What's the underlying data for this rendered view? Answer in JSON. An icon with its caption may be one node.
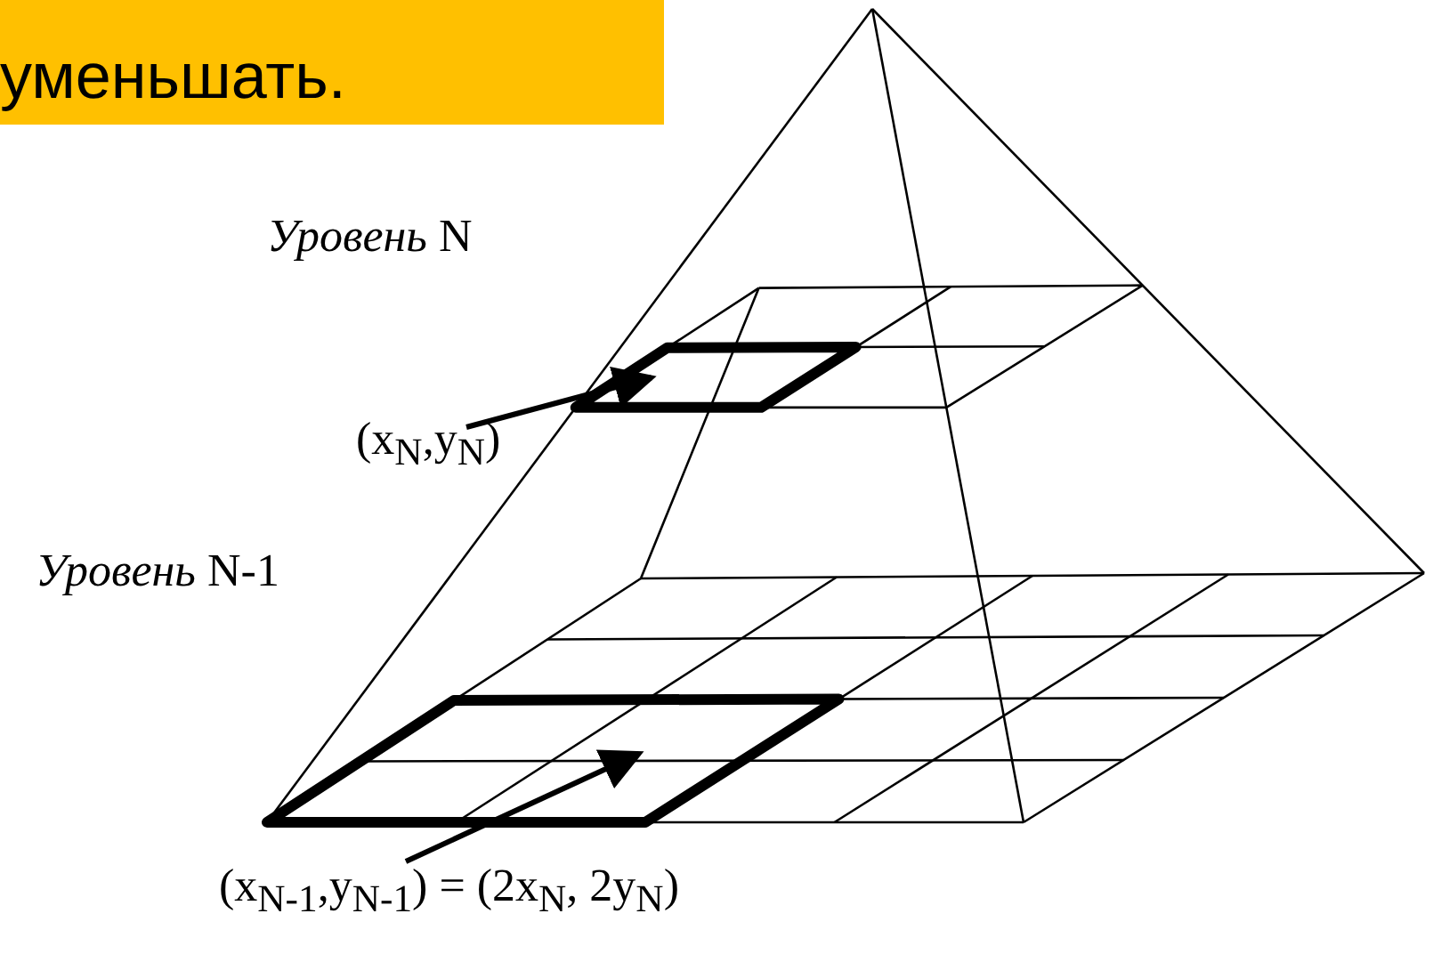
{
  "diagram": {
    "nodes": [
      {
        "text": [
          "уменьшать."
        ]
      },
      {
        "text": [
          "(x$_{N}$,y$_{N}$)"
        ]
      },
      {
        "text": [],
        "shape": "box"
      },
      {
        "text": [
          "(x$_{N-1}$,y$_{N-1}$) = (2x$_{N}$, 2y$_{N}$)"
        ]
      },
      {
        "text": [],
        "shape": "box"
      }
    ],
    "edges": [
      {
        "from": 1,
        "to": 2,
        "arrow": "to"
      },
      {
        "from": 3,
        "to": 4,
        "arrow": "to"
      }
    ],
    "labels": [
      "*Уровень* N",
      "*Уровень* N-1"
    ]
  }
}
